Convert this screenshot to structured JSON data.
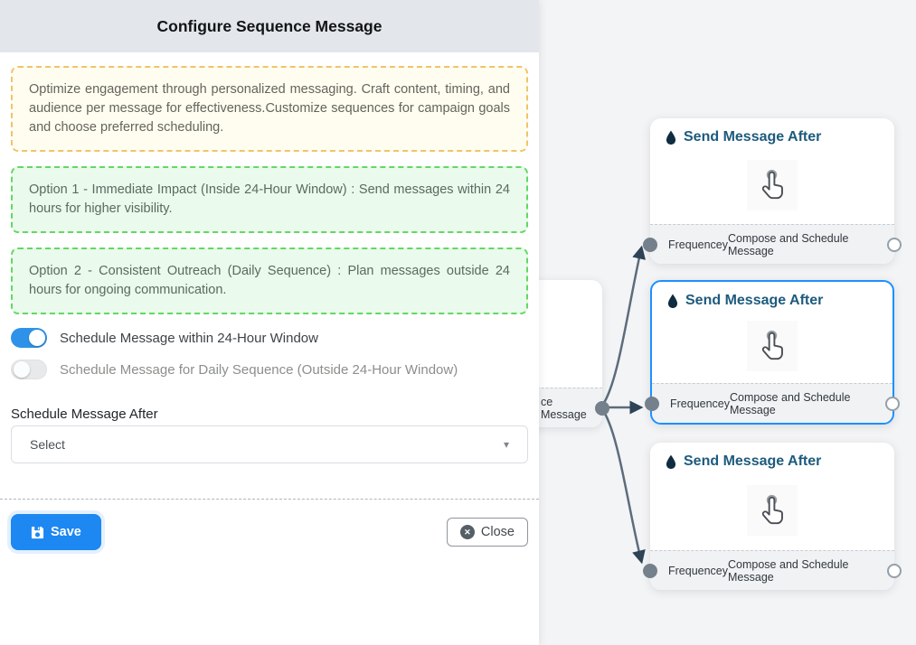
{
  "drawer": {
    "title": "Configure Sequence Message",
    "info_text": "Optimize engagement through personalized messaging. Craft content, timing, and audience per message for effectiveness.Customize sequences for campaign goals and choose preferred scheduling.",
    "option1_text": "Option 1 - Immediate Impact (Inside 24-Hour Window) : Send messages within 24 hours for higher visibility.",
    "option2_text": "Option 2 - Consistent Outreach (Daily Sequence) : Plan messages outside 24 hours for ongoing communication.",
    "toggles": [
      {
        "label": "Schedule Message within 24-Hour Window",
        "state": "on"
      },
      {
        "label": "Schedule Message for Daily Sequence (Outside 24-Hour Window)",
        "state": "off"
      }
    ],
    "schedule_after_label": "Schedule Message After",
    "select_value": "Select",
    "select_caret": "▾",
    "save_label": "Save",
    "close_label": "Close",
    "close_icon_glyph": "✕"
  },
  "canvas": {
    "partial_node": {
      "footer_label": "ce Message"
    },
    "nodes": [
      {
        "title": "Send Message After",
        "footer_left": "Frequencey",
        "footer_right": "Compose and Schedule Message",
        "selected": false
      },
      {
        "title": "Send Message After",
        "footer_left": "Frequencey",
        "footer_right": "Compose and Schedule Message",
        "selected": true
      },
      {
        "title": "Send Message After",
        "footer_left": "Frequencey",
        "footer_right": "Compose and Schedule Message",
        "selected": false
      }
    ]
  },
  "colors": {
    "accent_blue": "#1d87f2",
    "toggle_on_blue": "#2e93e8",
    "selected_node_border": "#1e90ff",
    "node_title": "#1d5b7d",
    "edge": "#5d6c7b",
    "info_box_border": "#f0c46a",
    "option_box_border": "#63d863"
  }
}
